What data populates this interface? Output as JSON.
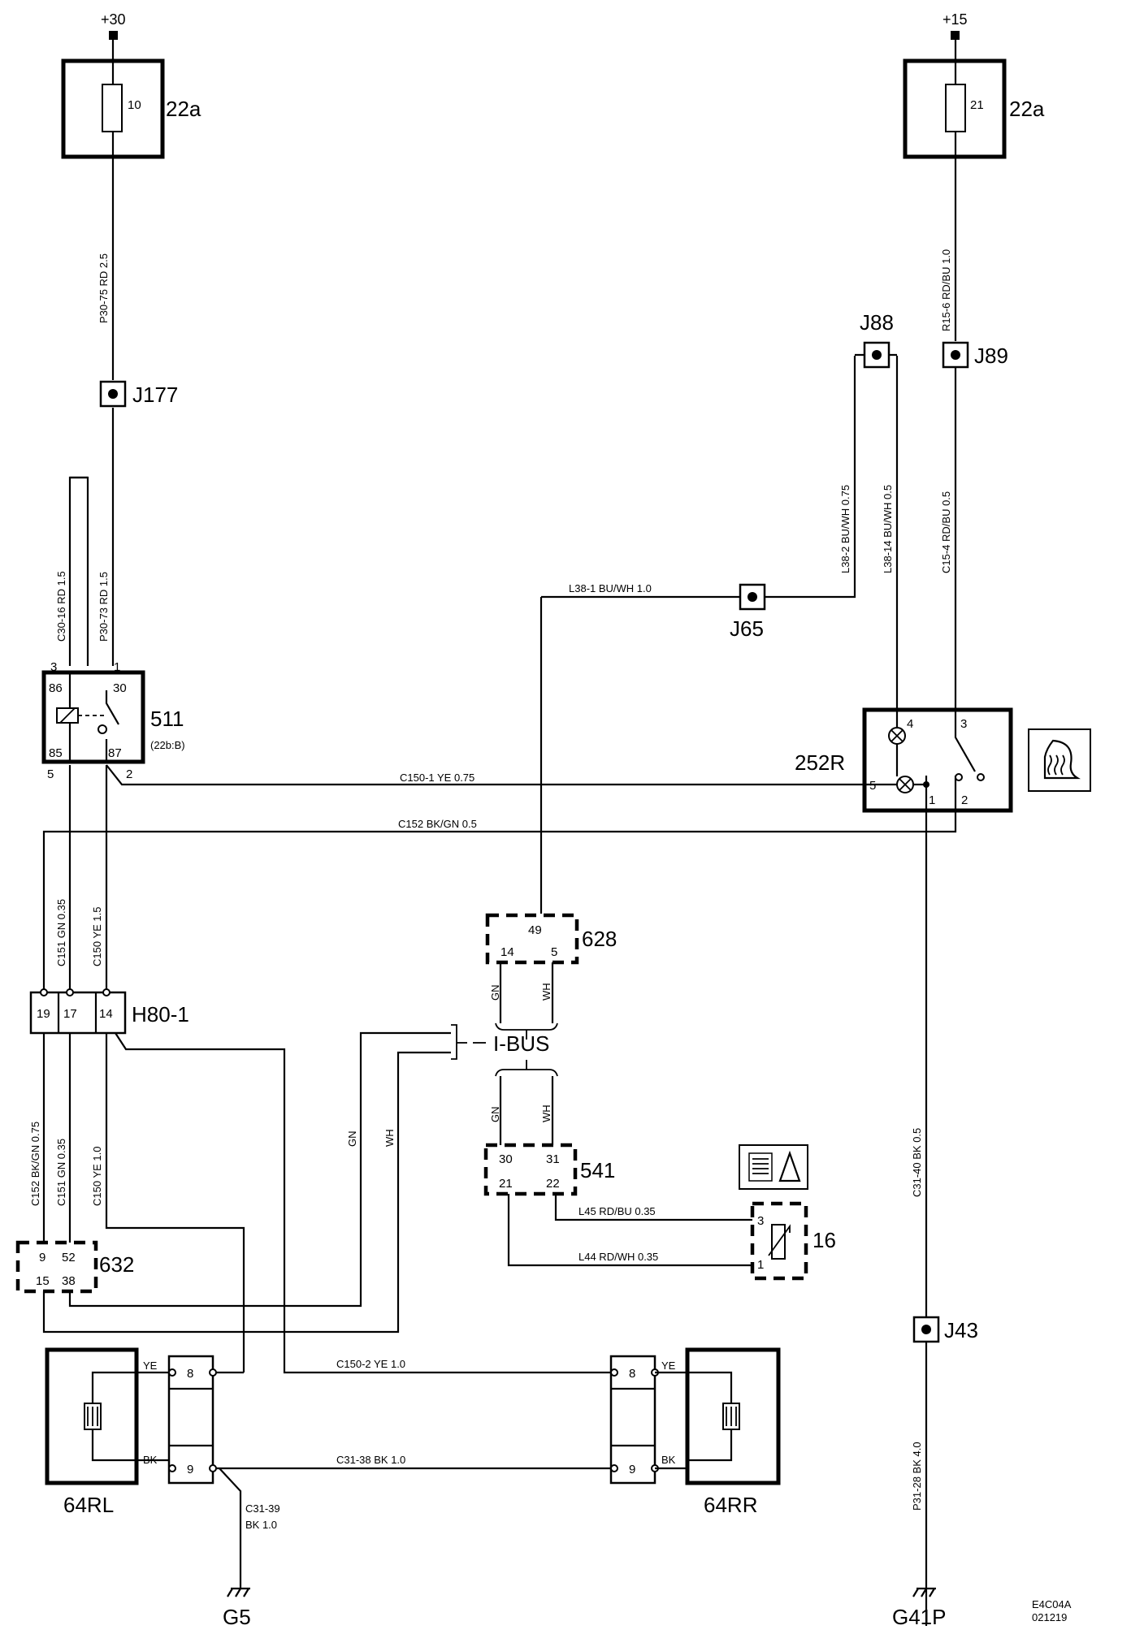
{
  "supplies": {
    "plus30": "+30",
    "plus15": "+15"
  },
  "fuse_left": {
    "ref": "22a",
    "num": "10"
  },
  "fuse_right": {
    "ref": "22a",
    "num": "21"
  },
  "junctions": {
    "j177": "J177",
    "j88": "J88",
    "j89": "J89",
    "j65": "J65",
    "j43": "J43"
  },
  "relay": {
    "ref": "511",
    "sub": "(22b:B)",
    "p86": "86",
    "p30": "30",
    "p85": "85",
    "p87": "87",
    "n3": "3",
    "n1": "1",
    "n5": "5",
    "n2": "2"
  },
  "switch": {
    "ref": "252R",
    "p4": "4",
    "p3": "3",
    "p5": "5",
    "p1": "1",
    "p2": "2"
  },
  "connector_h80": {
    "ref": "H80-1",
    "p19": "19",
    "p17": "17",
    "p14": "14"
  },
  "module_628": {
    "ref": "628",
    "p49": "49",
    "p14": "14",
    "p5": "5"
  },
  "module_541": {
    "ref": "541",
    "p30": "30",
    "p31": "31",
    "p21": "21",
    "p22": "22"
  },
  "module_632": {
    "ref": "632",
    "p9": "9",
    "p52": "52",
    "p15": "15",
    "p38": "38"
  },
  "sensor_16": {
    "ref": "16",
    "p3": "3",
    "p1": "1"
  },
  "ibus": {
    "label": "I-BUS"
  },
  "heaters": {
    "left": "64RL",
    "right": "64RR",
    "pin8": "8",
    "pin9": "9",
    "ye": "YE",
    "bk": "BK"
  },
  "grounds": {
    "g5": "G5",
    "g41p": "G41P"
  },
  "wire_labels": {
    "p30_75": "P30-75  RD  2.5",
    "r15_6": "R15-6  RD/BU  1.0",
    "c30_16": "C30-16  RD  1.5",
    "p30_73": "P30-73  RD  1.5",
    "l38_2": "L38-2  BU/WH  0.75",
    "l38_14": "L38-14  BU/WH  0.5",
    "c15_4": "C15-4  RD/BU  0.5",
    "l38_1": "L38-1   BU/WH   1.0",
    "c150_1": "C150-1  YE   0.75",
    "c152": "C152  BK/GN  0.5",
    "c151_a": "C151  GN  0.35",
    "c150_a": "C150  YE  1.5",
    "c152_b": "C152  BK/GN  0.75",
    "c151_b": "C151  GN  0.35",
    "c150_b": "C150  YE  1.0",
    "gn": "GN",
    "wh": "WH",
    "l45": "L45   RD/BU   0.35",
    "l44": "L44   RD/WH   0.35",
    "c31_40": "C31-40  BK  0.5",
    "c150_2": "C150-2   YE   1.0",
    "c31_38": "C31-38   BK   1.0",
    "c31_39a": "C31-39",
    "c31_39b": "BK  1.0",
    "p31_28": "P31-28  BK  4.0"
  },
  "footer": {
    "code": "E4C04A",
    "date": "021219"
  }
}
